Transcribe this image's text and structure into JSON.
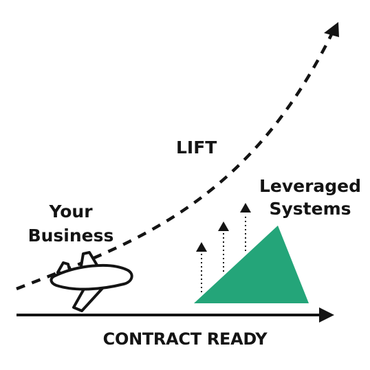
{
  "labels": {
    "lift": "LIFT",
    "your_business_line1": "Your",
    "your_business_line2": "Business",
    "leveraged_line1": "Leveraged",
    "leveraged_line2": "Systems",
    "contract_ready": "CONTRACT READY"
  },
  "icons": {
    "plane": "airplane-icon"
  },
  "colors": {
    "ink": "#141414",
    "triangle": "#24a579",
    "background": "#ffffff"
  }
}
